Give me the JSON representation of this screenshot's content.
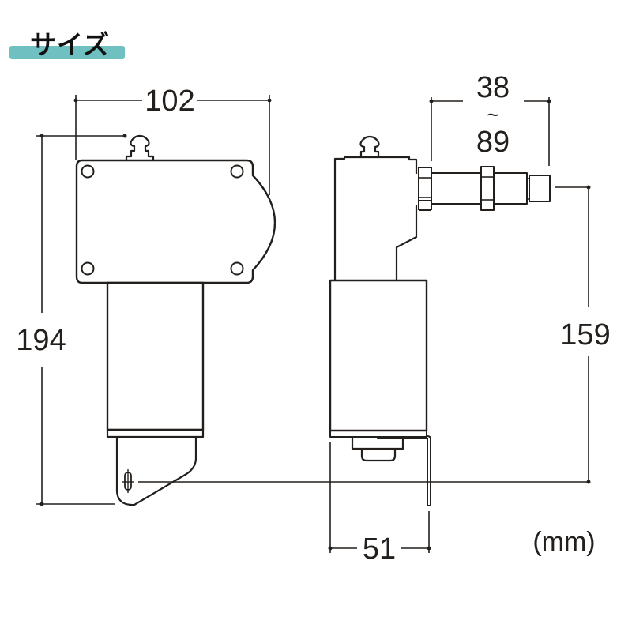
{
  "header": {
    "title": "サイズ",
    "accent_color": "#6fc0c0"
  },
  "drawing": {
    "line_color": "#231f1c",
    "front_view": {
      "width_label": "102",
      "height_label": "194"
    },
    "side_view": {
      "stroke_range_top": "38",
      "stroke_range_sep": "~",
      "stroke_range_bottom": "89",
      "shaft_height_label": "159",
      "depth_label": "51"
    },
    "unit_label": "(mm)"
  }
}
